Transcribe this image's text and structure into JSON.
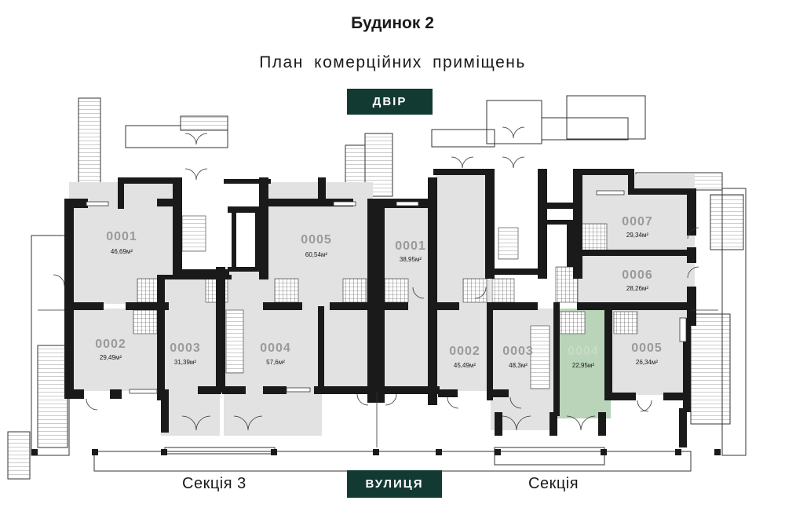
{
  "header": {
    "title": "Будинок 2",
    "subtitle": "План комерційних приміщень"
  },
  "badges": {
    "yard": "ДВІР",
    "street": "ВУЛИЦЯ"
  },
  "sections": {
    "left": "Секція 3",
    "right": "Секція"
  },
  "colors": {
    "room_fill": "#e1e2e1",
    "highlight_fill": "#b9d4b8",
    "wall": "#1a1a1a",
    "badge_bg": "#123a33"
  },
  "rooms": [
    {
      "id": "0001",
      "area": "46,69м²"
    },
    {
      "id": "0005",
      "area": "60,54м²"
    },
    {
      "id": "0001",
      "area": "38,95м²"
    },
    {
      "id": "0007",
      "area": "29,34м²"
    },
    {
      "id": "0006",
      "area": "28,26м²"
    },
    {
      "id": "0002",
      "area": "29,49м²"
    },
    {
      "id": "0003",
      "area": "31,39м²"
    },
    {
      "id": "0004",
      "area": "57,6м²"
    },
    {
      "id": "0002",
      "area": "45,49м²"
    },
    {
      "id": "0003",
      "area": "48,3м²"
    },
    {
      "id": "0004",
      "area": "22,95м²",
      "highlighted": true
    },
    {
      "id": "0005",
      "area": "26,34м²"
    }
  ]
}
